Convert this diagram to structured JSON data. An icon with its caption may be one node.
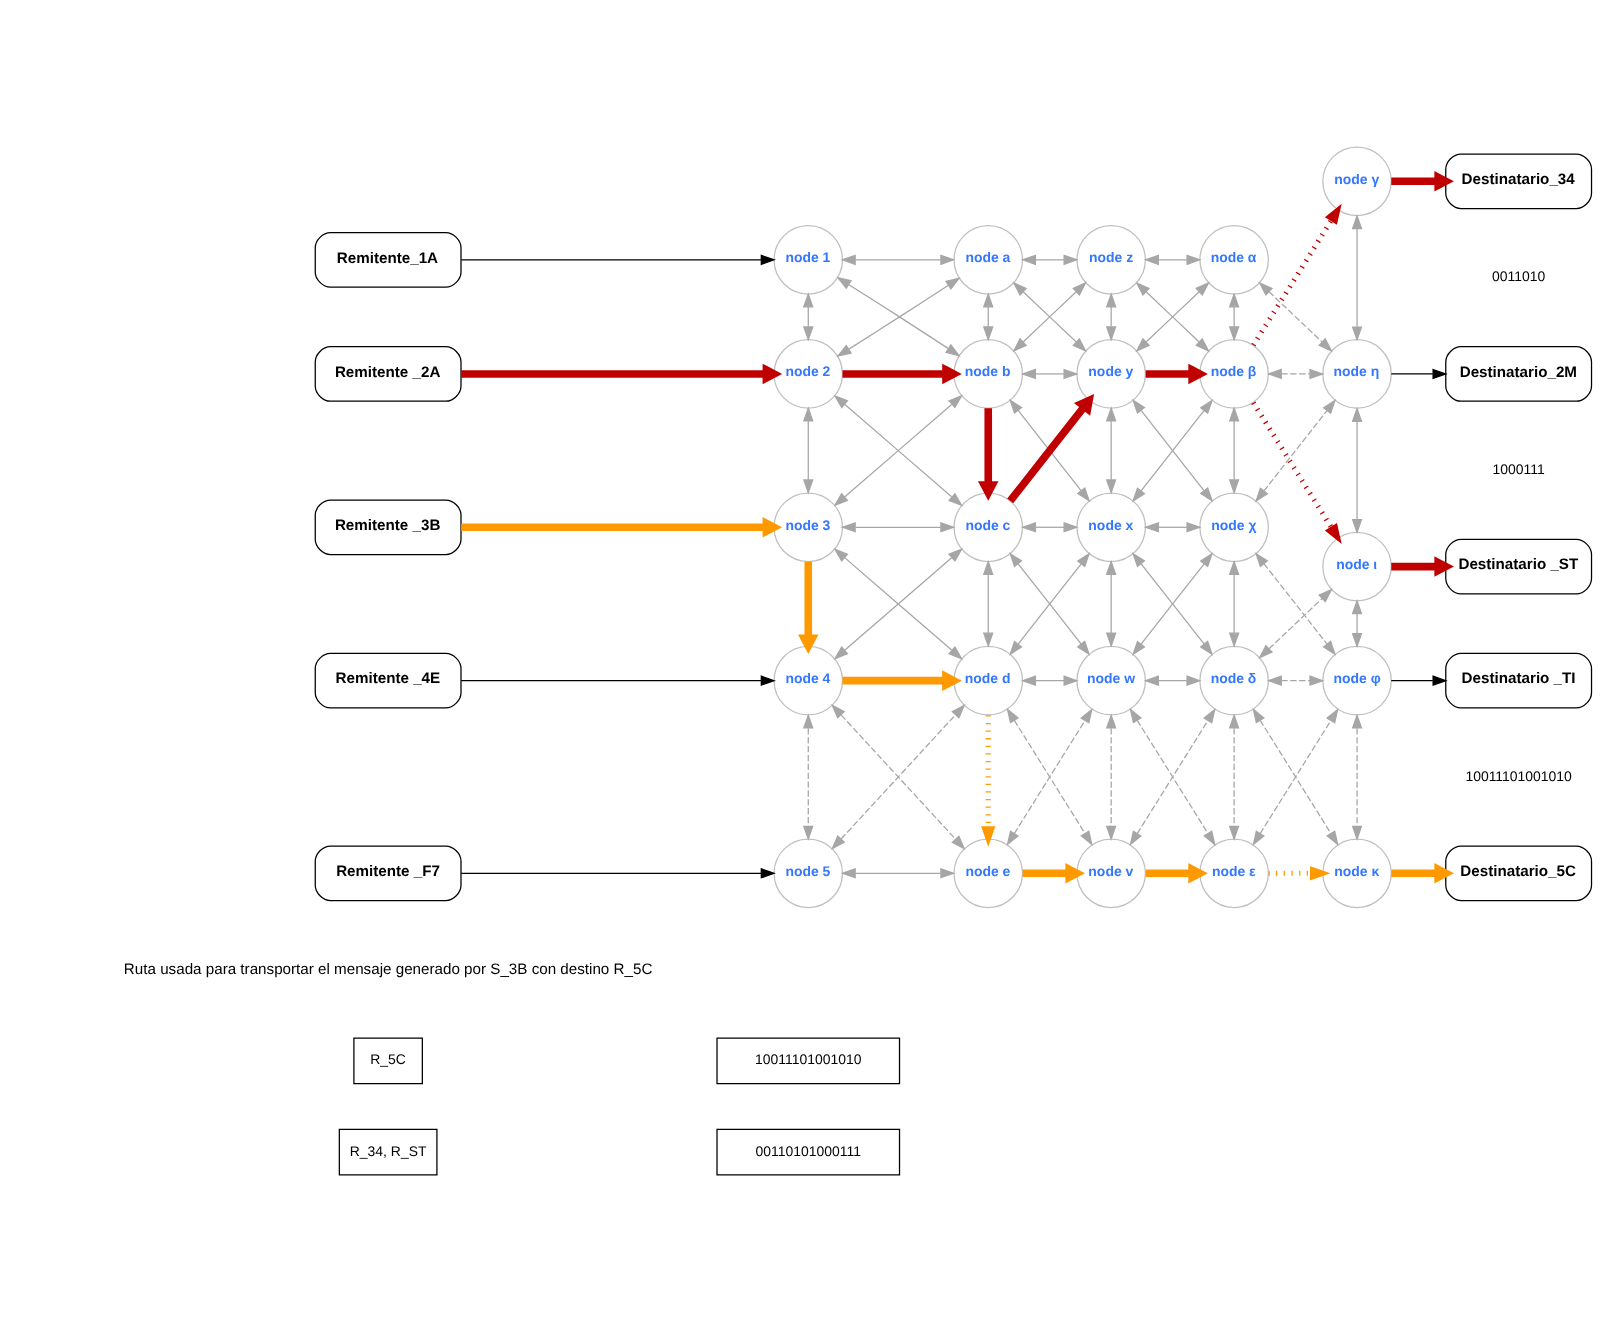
{
  "diagram": {
    "nodes": [
      {
        "text": [
          "Remitente_1A"
        ]
      },
      {
        "text": [
          "node 1"
        ]
      },
      {
        "text": [
          "node a"
        ]
      },
      {
        "text": [
          "node z"
        ]
      },
      {
        "text": [
          "node α"
        ]
      },
      {
        "text": [
          "node γ"
        ]
      },
      {
        "text": [
          "Destinatario_34"
        ]
      },
      {
        "text": [
          "Remitente _2A"
        ]
      },
      {
        "text": [
          "node 2"
        ]
      },
      {
        "text": [
          "node b"
        ]
      },
      {
        "text": [
          "node y"
        ]
      },
      {
        "text": [
          "node β"
        ]
      },
      {
        "text": [
          "node η"
        ]
      },
      {
        "text": [
          "Destinatario_2M"
        ]
      },
      {
        "text": [
          "Remitente _3B"
        ]
      },
      {
        "text": [
          "node 3"
        ]
      },
      {
        "text": [
          "node c"
        ]
      },
      {
        "text": [
          "node x"
        ]
      },
      {
        "text": [
          "node χ"
        ]
      },
      {
        "text": [
          "node ι"
        ]
      },
      {
        "text": [
          "Destinatario _ST"
        ]
      },
      {
        "text": [
          "Remitente _4E"
        ]
      },
      {
        "text": [
          "node 4"
        ]
      },
      {
        "text": [
          "node d"
        ]
      },
      {
        "text": [
          "node w"
        ]
      },
      {
        "text": [
          "node δ"
        ]
      },
      {
        "text": [
          "node φ"
        ]
      },
      {
        "text": [
          "Destinatario _TI"
        ]
      },
      {
        "text": [
          "Remitente _F7"
        ]
      },
      {
        "text": [
          "node 5"
        ]
      },
      {
        "text": [
          "node e"
        ]
      },
      {
        "text": [
          "node v"
        ]
      },
      {
        "text": [
          "node ε"
        ]
      },
      {
        "text": [
          "node κ"
        ]
      },
      {
        "text": [
          "Destinatario_5C"
        ]
      }
    ],
    "edges": [
      {
        "from": 0,
        "to": 1,
        "arrow": "to",
        "color": "#000000"
      },
      {
        "from": 7,
        "to": 8,
        "arrow": "to",
        "style": "thick",
        "color": "#c00000"
      },
      {
        "from": 14,
        "to": 15,
        "arrow": "to",
        "style": "thick",
        "color": "#ff9900"
      },
      {
        "from": 21,
        "to": 22,
        "arrow": "to",
        "color": "#000000"
      },
      {
        "from": 28,
        "to": 29,
        "arrow": "to",
        "color": "#000000"
      },
      {
        "from": 5,
        "to": 6,
        "arrow": "to",
        "style": "thick",
        "color": "#c00000"
      },
      {
        "from": 12,
        "to": 13,
        "arrow": "to",
        "color": "#000000"
      },
      {
        "from": 19,
        "to": 20,
        "arrow": "to",
        "style": "thick",
        "color": "#c00000"
      },
      {
        "from": 26,
        "to": 27,
        "arrow": "to",
        "color": "#000000"
      },
      {
        "from": 33,
        "to": 34,
        "arrow": "to",
        "style": "thick",
        "color": "#ff9900"
      },
      {
        "from": 1,
        "to": 2,
        "arrow": "both"
      },
      {
        "from": 2,
        "to": 3,
        "arrow": "both"
      },
      {
        "from": 3,
        "to": 4,
        "arrow": "both"
      },
      {
        "from": 8,
        "to": 9,
        "arrow": "to",
        "style": "thick",
        "color": "#c00000"
      },
      {
        "from": 9,
        "to": 10,
        "arrow": "both"
      },
      {
        "from": 10,
        "to": 11,
        "arrow": "to",
        "style": "thick",
        "color": "#c00000"
      },
      {
        "from": 11,
        "to": 12,
        "arrow": "both",
        "style": "dashed"
      },
      {
        "from": 15,
        "to": 16,
        "arrow": "both"
      },
      {
        "from": 16,
        "to": 17,
        "arrow": "both"
      },
      {
        "from": 17,
        "to": 18,
        "arrow": "both"
      },
      {
        "from": 22,
        "to": 23,
        "arrow": "to",
        "style": "thick",
        "color": "#ff9900"
      },
      {
        "from": 23,
        "to": 24,
        "arrow": "both"
      },
      {
        "from": 24,
        "to": 25,
        "arrow": "both"
      },
      {
        "from": 25,
        "to": 26,
        "arrow": "both",
        "style": "dashed"
      },
      {
        "from": 29,
        "to": 30,
        "arrow": "both"
      },
      {
        "from": 30,
        "to": 31,
        "arrow": "to",
        "style": "thick",
        "color": "#ff9900"
      },
      {
        "from": 31,
        "to": 32,
        "arrow": "to",
        "style": "thick",
        "color": "#ff9900"
      },
      {
        "from": 32,
        "to": 33,
        "arrow": "to",
        "style": "dashed",
        "color": "#ff9900"
      },
      {
        "from": 1,
        "to": 8,
        "arrow": "both"
      },
      {
        "from": 8,
        "to": 15,
        "arrow": "both"
      },
      {
        "from": 15,
        "to": 22,
        "arrow": "to",
        "style": "thick",
        "color": "#ff9900"
      },
      {
        "from": 22,
        "to": 29,
        "arrow": "both",
        "style": "dashed"
      },
      {
        "from": 2,
        "to": 9,
        "arrow": "both"
      },
      {
        "from": 9,
        "to": 16,
        "arrow": "to",
        "style": "thick",
        "color": "#c00000"
      },
      {
        "from": 16,
        "to": 23,
        "arrow": "both"
      },
      {
        "from": 23,
        "to": 30,
        "arrow": "to",
        "style": "dashed",
        "color": "#ff9900"
      },
      {
        "from": 3,
        "to": 10,
        "arrow": "both"
      },
      {
        "from": 10,
        "to": 17,
        "arrow": "both"
      },
      {
        "from": 17,
        "to": 24,
        "arrow": "both"
      },
      {
        "from": 24,
        "to": 31,
        "arrow": "both",
        "style": "dashed"
      },
      {
        "from": 4,
        "to": 11,
        "arrow": "both"
      },
      {
        "from": 11,
        "to": 18,
        "arrow": "both"
      },
      {
        "from": 18,
        "to": 25,
        "arrow": "both"
      },
      {
        "from": 25,
        "to": 32,
        "arrow": "both",
        "style": "dashed"
      },
      {
        "from": 5,
        "to": 12,
        "arrow": "both"
      },
      {
        "from": 12,
        "to": 19,
        "arrow": "both"
      },
      {
        "from": 19,
        "to": 26,
        "arrow": "both"
      },
      {
        "from": 26,
        "to": 33,
        "arrow": "both",
        "style": "dashed"
      },
      {
        "from": 1,
        "to": 9,
        "arrow": "both"
      },
      {
        "from": 8,
        "to": 2,
        "arrow": "both"
      },
      {
        "from": 8,
        "to": 16,
        "arrow": "both"
      },
      {
        "from": 15,
        "to": 9,
        "arrow": "both"
      },
      {
        "from": 15,
        "to": 23,
        "arrow": "both"
      },
      {
        "from": 22,
        "to": 16,
        "arrow": "both"
      },
      {
        "from": 22,
        "to": 30,
        "arrow": "both",
        "style": "dashed"
      },
      {
        "from": 29,
        "to": 23,
        "arrow": "both",
        "style": "dashed"
      },
      {
        "from": 2,
        "to": 10,
        "arrow": "both"
      },
      {
        "from": 9,
        "to": 3,
        "arrow": "both"
      },
      {
        "from": 9,
        "to": 17,
        "arrow": "both"
      },
      {
        "from": 16,
        "to": 10,
        "arrow": "to",
        "style": "thick",
        "color": "#c00000"
      },
      {
        "from": 16,
        "to": 24,
        "arrow": "both"
      },
      {
        "from": 23,
        "to": 17,
        "arrow": "both"
      },
      {
        "from": 23,
        "to": 31,
        "arrow": "both",
        "style": "dashed"
      },
      {
        "from": 30,
        "to": 24,
        "arrow": "both",
        "style": "dashed"
      },
      {
        "from": 3,
        "to": 11,
        "arrow": "both"
      },
      {
        "from": 10,
        "to": 4,
        "arrow": "both"
      },
      {
        "from": 10,
        "to": 18,
        "arrow": "both"
      },
      {
        "from": 17,
        "to": 11,
        "arrow": "both"
      },
      {
        "from": 17,
        "to": 25,
        "arrow": "both"
      },
      {
        "from": 24,
        "to": 18,
        "arrow": "both"
      },
      {
        "from": 24,
        "to": 32,
        "arrow": "both",
        "style": "dashed"
      },
      {
        "from": 31,
        "to": 25,
        "arrow": "both",
        "style": "dashed"
      },
      {
        "from": 4,
        "to": 12,
        "arrow": "both",
        "style": "dashed"
      },
      {
        "from": 11,
        "to": 5,
        "arrow": "to",
        "style": "dashed",
        "color": "#c00000"
      },
      {
        "from": 11,
        "to": 19,
        "arrow": "to",
        "style": "dashed",
        "color": "#c00000"
      },
      {
        "from": 18,
        "to": 12,
        "arrow": "both",
        "style": "dashed"
      },
      {
        "from": 18,
        "to": 26,
        "arrow": "both",
        "style": "dashed"
      },
      {
        "from": 25,
        "to": 19,
        "arrow": "both",
        "style": "dashed"
      },
      {
        "from": 25,
        "to": 33,
        "arrow": "both",
        "style": "dashed"
      },
      {
        "from": 32,
        "to": 26,
        "arrow": "both",
        "style": "dashed"
      }
    ],
    "labels": [
      "0011010",
      "1000111",
      "10011101001010",
      "R_5C",
      "10011101001010",
      "R_34, R_ST",
      "00110101000111"
    ],
    "legend": [
      {
        "text": "Ruta usada para transportar el mensaje generado por S_3B con destino R_5C"
      }
    ]
  }
}
